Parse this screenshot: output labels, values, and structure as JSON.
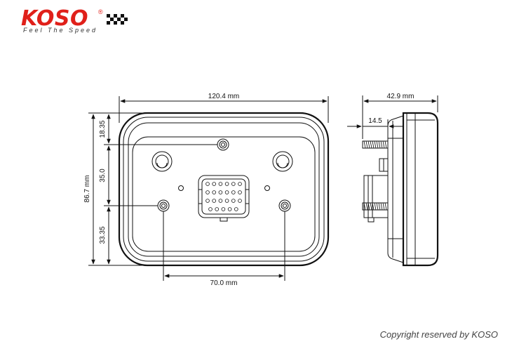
{
  "brand": {
    "name": "KOSO",
    "registered_mark": "®",
    "tagline": "Feel The Speed",
    "accent_color": "#e0201a"
  },
  "dimensions": {
    "width_total": "120.4 mm",
    "height_total": "86.7 mm",
    "top_offset": "18.35",
    "hole_spacing_vertical": "35.0",
    "bottom_offset": "33.35",
    "hole_spacing_horizontal": "70.0 mm",
    "depth_total": "42.9 mm",
    "stud_length": "14.5"
  },
  "copyright": "Copyright reserved by KOSO"
}
